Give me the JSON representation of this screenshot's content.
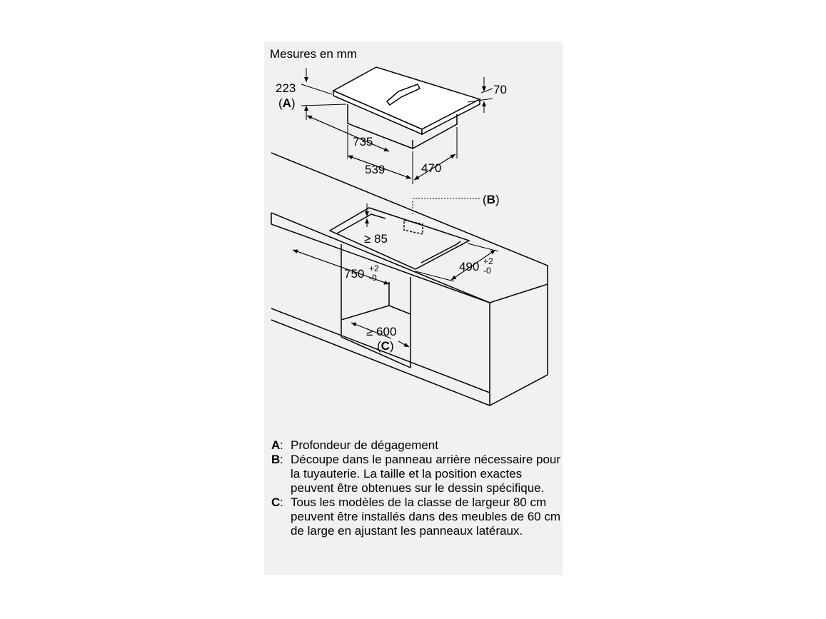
{
  "units_label": "Mesures en mm",
  "dimensions": {
    "hob_depth_clearance": "223",
    "label_a": "A",
    "hob_thickness": "70",
    "hob_depth": "735",
    "frame_width": "539",
    "frame_depth": "470",
    "label_b": "B",
    "min_gap": "≥ 85",
    "cutout_width": "750",
    "cutout_width_tol_plus": "+2",
    "cutout_width_tol_minus": "-0",
    "cutout_depth": "490",
    "cutout_depth_tol_plus": "+2",
    "cutout_depth_tol_minus": "-0",
    "min_cabinet": "≥ 600",
    "label_c": "C"
  },
  "legend": [
    {
      "key": "A",
      "sep": ":",
      "text": "Profondeur de dégagement"
    },
    {
      "key": "B",
      "sep": ":",
      "text": "Découpe dans le panneau arrière nécessaire pour la tuyauterie. La taille et la position exactes peuvent être obtenues sur le dessin spécifique."
    },
    {
      "key": "C",
      "sep": ":",
      "text": "Tous les modèles de la classe de largeur 80 cm peuvent être installés dans des meubles de 60 cm de large en ajustant les panneaux latéraux."
    }
  ]
}
